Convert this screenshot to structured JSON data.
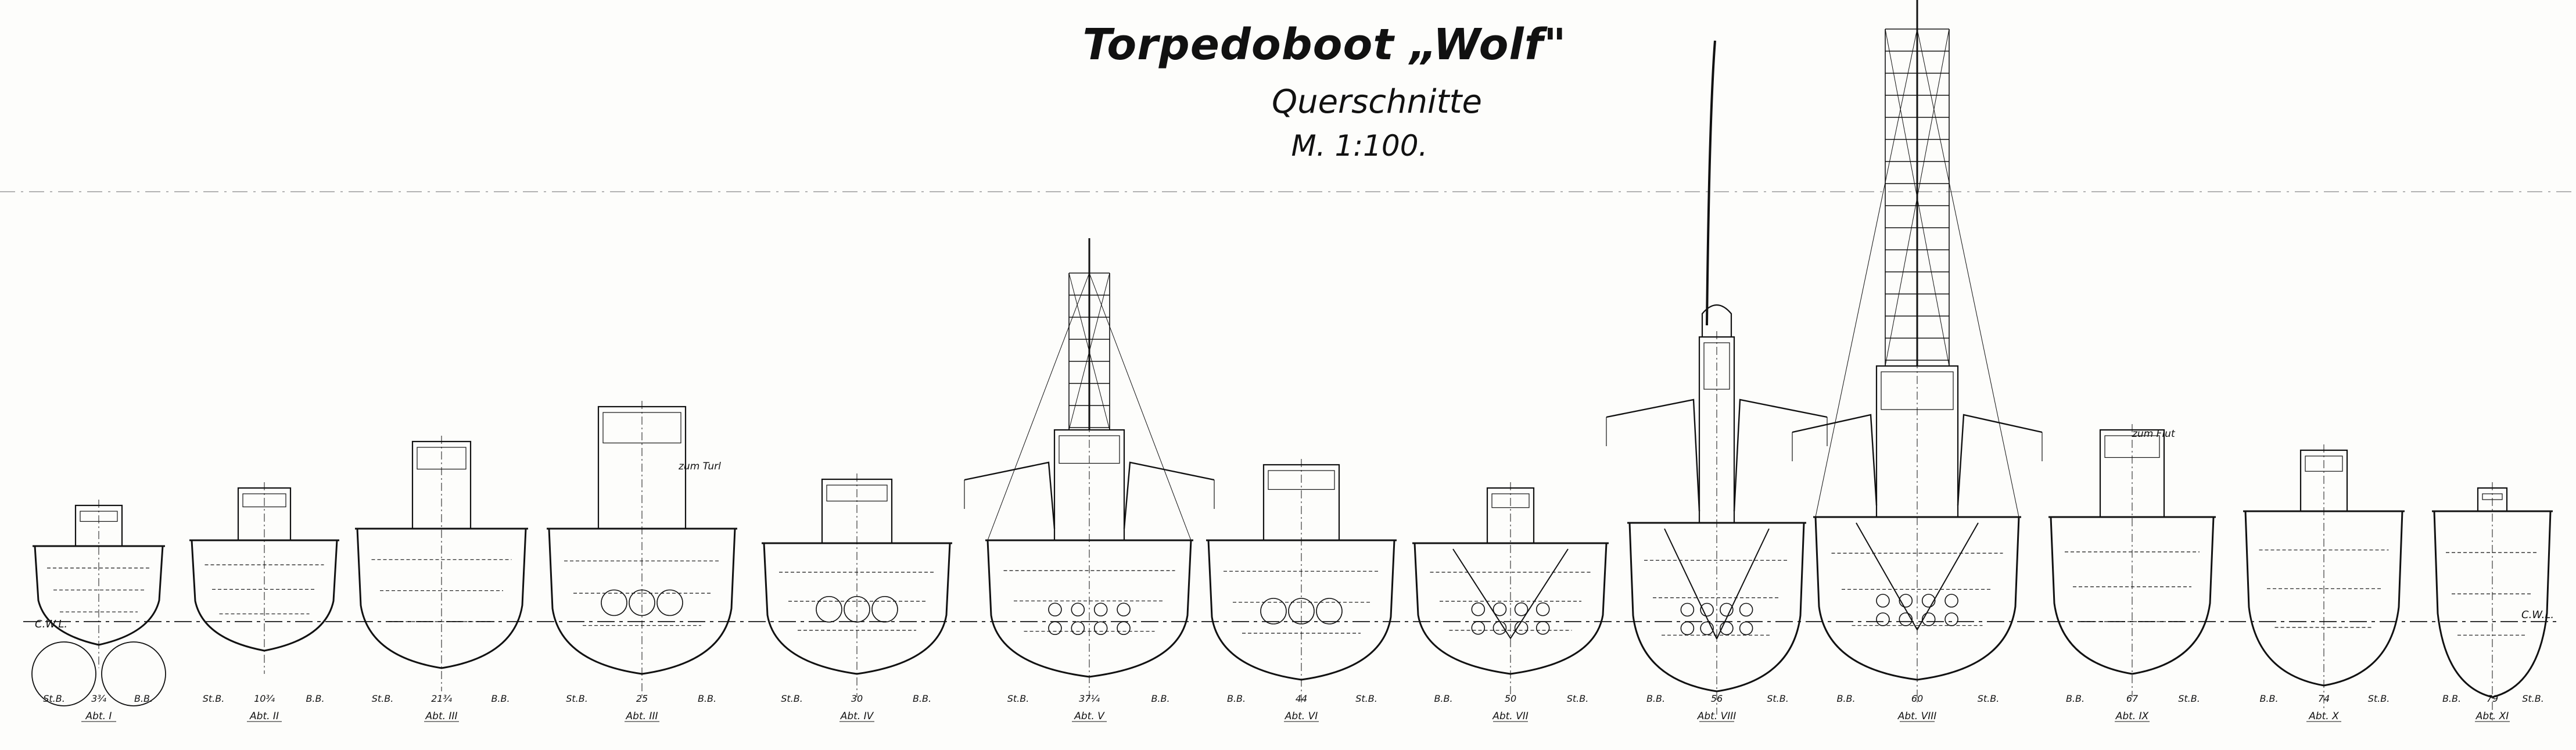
{
  "title": {
    "main": "Torpedoboot „Wolf\"",
    "subtitle": "Querschnitte",
    "scale": "M. 1:100."
  },
  "waterline": {
    "left": "C.W.L.",
    "right": "C.W.L."
  },
  "notes": {
    "above_abt3": "zum Turl",
    "above_abt9": "zum Flut"
  },
  "sections": [
    {
      "id": "abt1",
      "frame": "3¾",
      "caption": "Abt. I",
      "left_side": "St.B.",
      "right_side": "B.B."
    },
    {
      "id": "abt2",
      "frame": "10¾",
      "caption": "Abt. II",
      "left_side": "St.B.",
      "right_side": "B.B."
    },
    {
      "id": "abt3a",
      "frame": "21¾",
      "caption": "Abt. III",
      "left_side": "St.B.",
      "right_side": "B.B."
    },
    {
      "id": "abt3b",
      "frame": "25",
      "caption": "Abt. III",
      "left_side": "St.B.",
      "right_side": "B.B."
    },
    {
      "id": "abt4",
      "frame": "30",
      "caption": "Abt. IV",
      "left_side": "St.B.",
      "right_side": "B.B."
    },
    {
      "id": "abt5",
      "frame": "37¼",
      "caption": "Abt. V",
      "left_side": "St.B.",
      "right_side": "B.B."
    },
    {
      "id": "abt6",
      "frame": "44",
      "caption": "Abt. VI",
      "left_side": "B.B.",
      "right_side": "St.B."
    },
    {
      "id": "abt7",
      "frame": "50",
      "caption": "Abt. VII",
      "left_side": "B.B.",
      "right_side": "St.B."
    },
    {
      "id": "abt8a",
      "frame": "56",
      "caption": "Abt. VIII",
      "left_side": "B.B.",
      "right_side": "St.B."
    },
    {
      "id": "abt8b",
      "frame": "60",
      "caption": "Abt. VIII",
      "left_side": "B.B.",
      "right_side": "St.B."
    },
    {
      "id": "abt9",
      "frame": "67",
      "caption": "Abt. IX",
      "left_side": "B.B.",
      "right_side": "St.B."
    },
    {
      "id": "abt10",
      "frame": "74",
      "caption": "Abt. X",
      "left_side": "B.B.",
      "right_side": "St.B."
    },
    {
      "id": "abt11",
      "frame": "79",
      "caption": "Abt. XI",
      "left_side": "B.B.",
      "right_side": "St.B."
    }
  ],
  "colors": {
    "ink": "#111111",
    "paper": "#fdfdfb"
  }
}
